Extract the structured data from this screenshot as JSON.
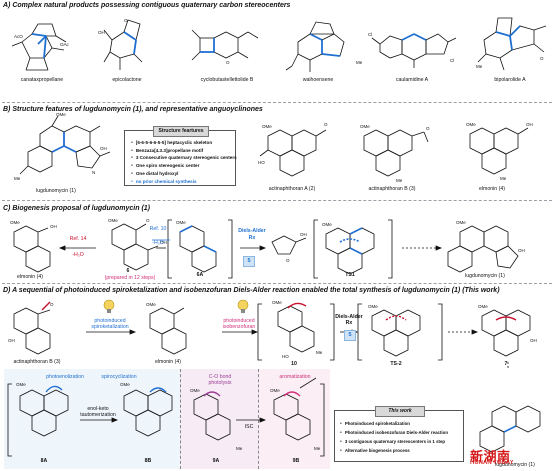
{
  "sections": {
    "a": "A) Complex natural products possessing contiguous quaternary carbon stereocenters",
    "b": "B) Structure features of lugdunomycin (1), and representative anguoyclinones",
    "c": "C) Biogenesis proposal of lugdunomycin (1)",
    "d": "D) A sequential of photoinduced spiroketalization and isobenzofuran Diels-Alder reaction enabled the total synthesis of lugdunomycin (1) (This work)"
  },
  "section_a": {
    "compounds": [
      "canataxpropellane",
      "epicolactone",
      "cyclobutastellettolide B",
      "waihoensene",
      "caulamidine A",
      "bipolarolide A"
    ]
  },
  "section_b": {
    "main_label": "lugdunomycin (1)",
    "feature_box_title": "Structure feartures",
    "features": [
      "[6-6-5-6-6-5-5] heptacyclic skeleton",
      "Benzaza[4.3.3]propellane motif",
      "3 Consecutive quaternary stereogenic centers",
      "One spiro stereogenic center",
      "One distal hydroxyl",
      "no prior chemical synthesis"
    ],
    "compounds": [
      "actinaphthoran A (2)",
      "actinaphthoran B (3)",
      "elmonin (4)"
    ]
  },
  "section_c": {
    "ref14": "Ref. 14",
    "minus_h2o_1": "-H₂O",
    "ref10": "Ref. 10",
    "minus_h2o_2": "-H₂O",
    "diels_alder": "Diels-Alder",
    "rx": "Rx",
    "compounds": {
      "elmonin": "elmonin (4)",
      "six": "6",
      "six_note": "(prepared in 12 steps)",
      "sixA": "6A",
      "five": "5",
      "ts1": "TS1",
      "lug": "lugdunomycin (1)"
    }
  },
  "section_d": {
    "photo_spiro_1": "photoinduced",
    "photo_spiro_2": "spiroketalization",
    "photo_iso_1": "photoinduced",
    "photo_iso_2": "isobenzofuran",
    "diels_alder": "Diels-Alder",
    "rx": "Rx",
    "five": "5",
    "compounds": {
      "actB": "actinaphthoran B (3)",
      "elmonin": "elmonin (4)",
      "ten": "10",
      "ts2": "TS-2",
      "seven": "7",
      "eightA": "8A",
      "eightB": "8B",
      "nineA": "9A",
      "nineB": "9B",
      "lug": "lugdunomycin (1)"
    },
    "mech": {
      "photoenolization": "photoenolization",
      "spirocyclization": "spirocyclization",
      "enol_keto_1": "enol-keto",
      "enol_keto_2": "tautomerization",
      "co_bond_1": "C-O bond",
      "co_bond_2": "photolysis",
      "aromatization": "aromatization",
      "isc": "ISC"
    },
    "this_work_title": "This work",
    "this_work": [
      "Photoinduced spiroketalization",
      "Photoinduced isobenzofuran Diels-Alder reaction",
      "3 contiguous quaternary stereocenters in 1 step",
      "Alternative biogenesis process"
    ]
  },
  "watermark": {
    "main": "新湖南",
    "sub": "HUNAN TODAY"
  }
}
